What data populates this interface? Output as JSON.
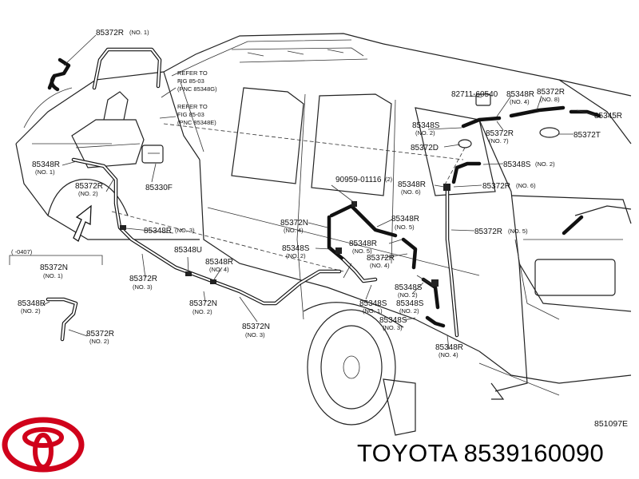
{
  "brand": {
    "logo_name": "toyota-logo-icon",
    "logo_color": "#d0021b",
    "caption": "TOYOTA 8539160090"
  },
  "diagram_code": "851097E",
  "date_bracket": "(        -0407)",
  "refer_notes": [
    {
      "l1": "REFER TO",
      "l2": "FIG 85-03",
      "l3": "(PNC 85348G)"
    },
    {
      "l1": "REFER TO",
      "l2": "FIG 85-03",
      "l3": "(PNC 85348E)"
    }
  ],
  "labels": [
    {
      "pn": "85372R",
      "no": "(NO. 1)"
    },
    {
      "pn": "85348R",
      "no": "(NO. 1)"
    },
    {
      "pn": "85372R",
      "no": "(NO. 2)"
    },
    {
      "pn": "85330F",
      "no": ""
    },
    {
      "pn": "85348R",
      "no": "(NO. 3)"
    },
    {
      "pn": "85348U",
      "no": ""
    },
    {
      "pn": "85372R",
      "no": "(NO. 3)"
    },
    {
      "pn": "85348R",
      "no": "(NO. 4)"
    },
    {
      "pn": "85372N",
      "no": "(NO. 2)"
    },
    {
      "pn": "85372N",
      "no": "(NO. 3)"
    },
    {
      "pn": "85372N",
      "no": "(NO. 1)"
    },
    {
      "pn": "85348R",
      "no": "(NO. 2)"
    },
    {
      "pn": "85372R",
      "no": "(NO. 2)"
    },
    {
      "pn": "90959-01116",
      "no": "(2)"
    },
    {
      "pn": "85372N",
      "no": "(NO. 4)"
    },
    {
      "pn": "85348S",
      "no": "(NO. 2)"
    },
    {
      "pn": "85348R",
      "no": "(NO. 5)"
    },
    {
      "pn": "85348R",
      "no": "(NO. 5)"
    },
    {
      "pn": "85372R",
      "no": "(NO. 4)"
    },
    {
      "pn": "85348S",
      "no": "(NO. 1)"
    },
    {
      "pn": "85348S",
      "no": "(NO. 2)"
    },
    {
      "pn": "85348S",
      "no": "(NO. 3)"
    },
    {
      "pn": "85348R",
      "no": "(NO. 4)"
    },
    {
      "pn": "82711-60540",
      "no": ""
    },
    {
      "pn": "85348R",
      "no": "(NO. 4)"
    },
    {
      "pn": "85372R",
      "no": "(NO. 8)"
    },
    {
      "pn": "85345R",
      "no": ""
    },
    {
      "pn": "85348S",
      "no": "(NO. 2)"
    },
    {
      "pn": "85372R",
      "no": "(NO. 7)"
    },
    {
      "pn": "85372D",
      "no": ""
    },
    {
      "pn": "85372T",
      "no": ""
    },
    {
      "pn": "85348S",
      "no": "(NO. 2)"
    },
    {
      "pn": "85348R",
      "no": "(NO. 6)"
    },
    {
      "pn": "85372R",
      "no": "(NO. 6)"
    },
    {
      "pn": "85372R",
      "no": "(NO. 5)"
    },
    {
      "pn": "85348S",
      "no": "(NO. 2)"
    }
  ]
}
